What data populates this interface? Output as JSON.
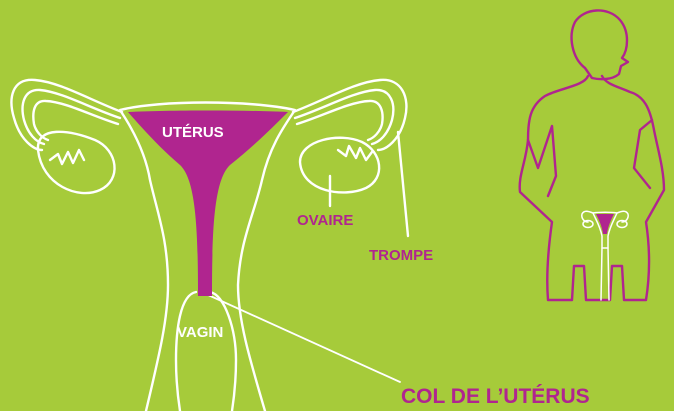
{
  "colors": {
    "background": "#a6cb3a",
    "outline": "#ffffff",
    "accent": "#b0258f"
  },
  "labels": {
    "uterus": "UTÉRUS",
    "ovary": "OVAIRE",
    "tube": "TROMPE",
    "vagina": "VAGIN",
    "cervix": "COL DE L’UTÉRUS"
  },
  "icons": {
    "figure": "woman-silhouette-icon",
    "mini_organ": "uterus-mini-icon"
  }
}
